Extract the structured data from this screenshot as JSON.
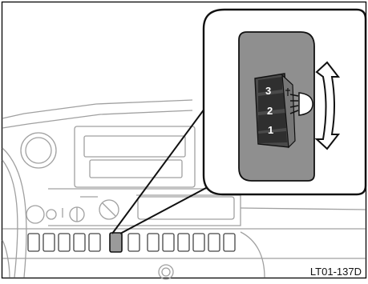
{
  "figure": {
    "reference_code": "LT01-137D"
  },
  "switch": {
    "positions": [
      "3",
      "2",
      "1"
    ],
    "icon": "headlight-leveling-icon",
    "adjust_arrow_icon": "double-arrow-icon"
  },
  "colors": {
    "panel_fill": "#8f8f8f",
    "dial_fill": "#555555",
    "highlight_fill": "#9a9a9a",
    "line": "#111111",
    "dash_line": "#9a9a9a",
    "background": "#ffffff"
  }
}
